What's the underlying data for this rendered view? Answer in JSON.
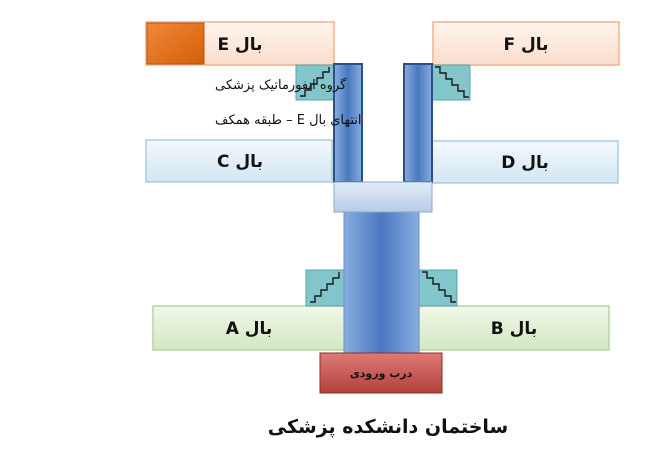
{
  "wings": {
    "a": "بال A",
    "b": "بال B",
    "c": "بال C",
    "d": "بال D",
    "e": "بال E",
    "f": "بال F"
  },
  "entrance": "درب ورودی",
  "note": {
    "line1": "گروه انفورماتیک پزشکی",
    "line2": "انتهای بال E – طبقه همکف"
  },
  "title": "ساختمان دانشکده پزشکی",
  "colors": {
    "wing_green": "#dceccd",
    "wing_blue": "#dcebf5",
    "wing_peach": "#fde8dc",
    "corridor_blue": "#5b86c8",
    "stair_teal": "#7fc4c9",
    "entrance_red": "#c0504d",
    "marker_orange": "#e46c0a"
  },
  "icons": {
    "stairs": "stairs-icon",
    "location_marker": "location-marker-icon"
  }
}
